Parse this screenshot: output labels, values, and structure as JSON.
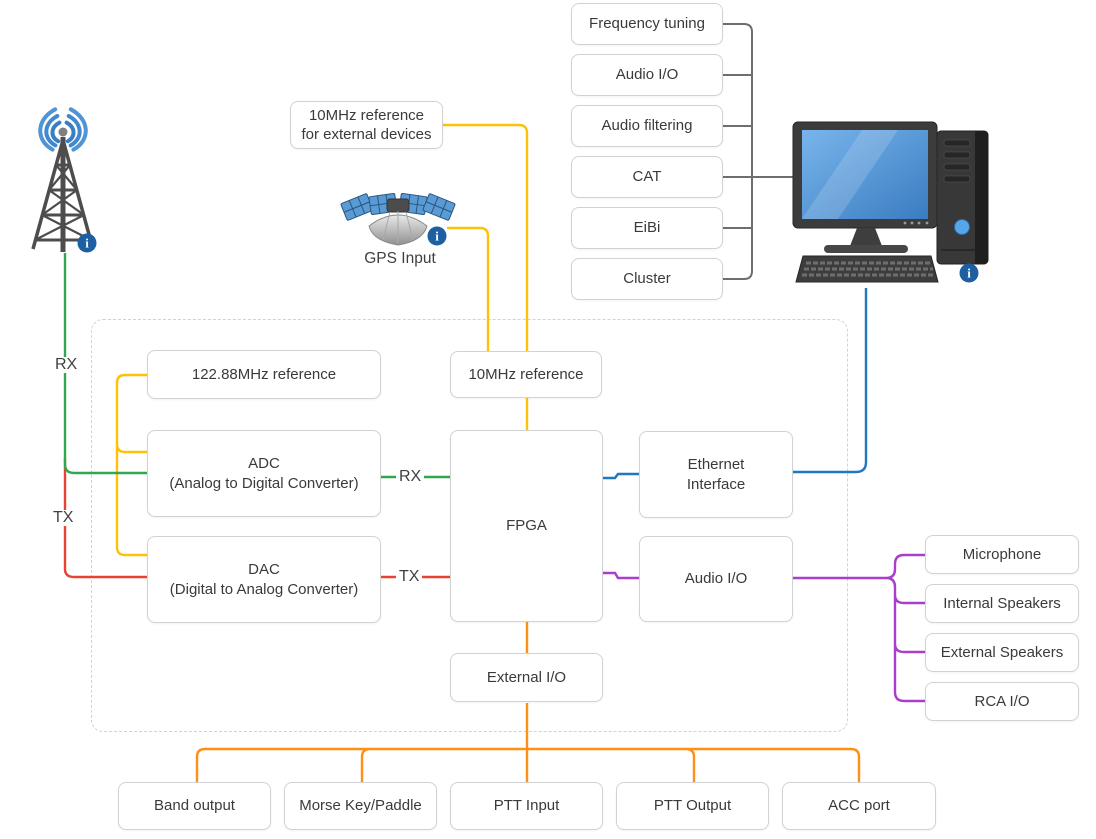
{
  "diagram": {
    "pc_features": [
      "Frequency tuning",
      "Audio I/O",
      "Audio filtering",
      "CAT",
      "EiBi",
      "Cluster"
    ],
    "external_reference": "10MHz reference\nfor external devices",
    "gps_label": "GPS Input",
    "radio": {
      "reference_122": "122.88MHz reference",
      "adc": "ADC\n(Analog to Digital Converter)",
      "dac": "DAC\n(Digital to Analog Converter)",
      "reference_10": "10MHz reference",
      "fpga": "FPGA",
      "ethernet": "Ethernet\nInterface",
      "audio_io": "Audio I/O",
      "external_io": "External I/O"
    },
    "audio_devices": [
      "Microphone",
      "Internal Speakers",
      "External Speakers",
      "RCA I/O"
    ],
    "io_ports": [
      "Band output",
      "Morse Key/Paddle",
      "PTT Input",
      "PTT Output",
      "ACC port"
    ],
    "line_labels": {
      "rx": "RX",
      "tx": "TX"
    },
    "info_glyph": "i",
    "colors": {
      "rx_line": "#2fa84f",
      "tx_line": "#e94235",
      "clock_line": "#ffc107",
      "external_io_line": "#ff9015",
      "ethernet_line": "#1f78c1",
      "audio_line": "#a93ecc",
      "pc_bus_line": "#6e6e6e"
    }
  }
}
